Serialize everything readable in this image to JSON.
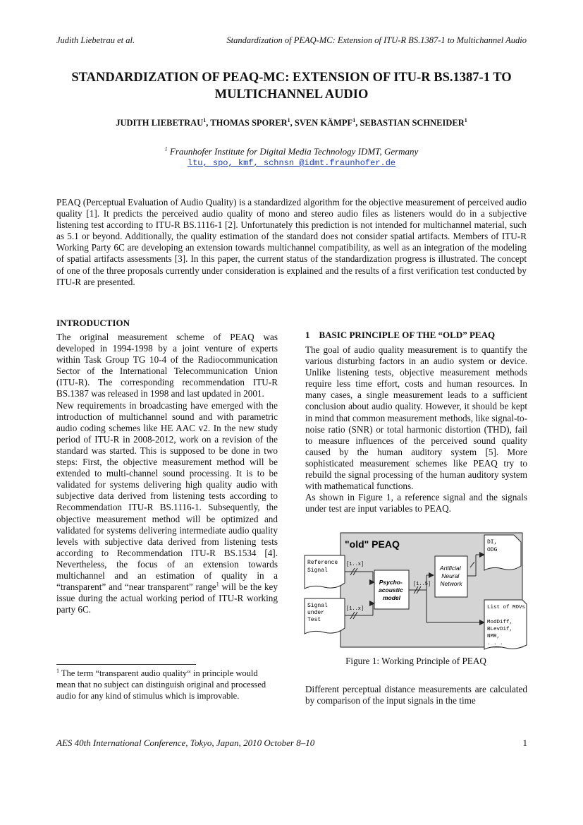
{
  "header": {
    "left": "Judith Liebetrau et al.",
    "right": "Standardization of PEAQ-MC: Extension of ITU-R BS.1387-1 to Multichannel Audio"
  },
  "title": {
    "line1": "STANDARDIZATION OF PEAQ-MC: EXTENSION OF ITU-R BS.1387-1 TO",
    "line2": "MULTICHANNEL AUDIO"
  },
  "authors": {
    "a1": "JUDITH  LIEBETRAU",
    "a2": ", THOMAS SPORER",
    "a3": ", SVEN KÄMPF",
    "a4": ", SEBASTIAN SCHNEIDER",
    "sup": "1"
  },
  "affiliation": {
    "sup": "1",
    "text": " Fraunhofer Institute for Digital Media Technology IDMT, Germany",
    "email": "ltu, spo, kmf, schnsn @idmt.fraunhofer.de"
  },
  "abstract": "PEAQ (Perceptual Evaluation of Audio Quality) is a standardized algorithm for the objective measurement of perceived audio quality [1]. It predicts the perceived audio quality of mono and stereo audio files as listeners would do in a subjective listening test according to ITU-R BS.1116-1 [2]. Unfortunately this prediction is not intended for multichannel material, such as 5.1 or beyond. Additionally, the quality estimation of the standard does not consider spatial artifacts. Members of ITU-R Working Party 6C are developing an extension towards multichannel compatibility, as well as an integration of the modeling of spatial artifacts assessments [3]. In this paper, the current status of the standardization progress is illustrated. The concept of one of the three proposals currently under consideration is explained and the results of a first verification test conducted by ITU-R are presented.",
  "intro": {
    "heading": "INTRODUCTION",
    "p1": "The original measurement scheme of PEAQ was developed in 1994-1998 by a joint venture of experts within Task Group TG 10-4 of the Radiocommunication Sector of the International Telecommunication Union (ITU-R). The corresponding recommendation ITU-R BS.1387 was released in 1998 and last updated in 2001.",
    "p2a": "New requirements in broadcasting have emerged with the introduction of multichannel sound and with parametric audio coding schemes like HE AAC v2. In the new study period of ITU-R in 2008-2012, work on a revision of the standard was started. This is supposed to be done in two steps: First, the objective measurement method will be extended to multi-channel sound processing. It is to be validated for systems delivering high quality audio with subjective data derived from listening tests according to Recommendation ITU-R BS.1116-1. Subsequently, the objective measurement method will be optimized and validated for systems delivering intermediate audio quality levels with subjective data derived from listening tests according to Recommendation ITU-R BS.1534 [4]. Nevertheless, the focus of an extension towards multichannel and an estimation of quality in a “transparent” and “near transparent” range",
    "p2sup": "1",
    "p2b": " will be the key issue during the actual working period of ITU-R working party 6C."
  },
  "footnote": {
    "sup": "1",
    "text": " The term “transparent audio quality“ in principle would mean that no subject can distinguish original and processed audio for any kind of stimulus which is improvable."
  },
  "section1": {
    "heading": "1    BASIC PRINCIPLE OF THE “OLD” PEAQ",
    "p1": "The goal of audio quality measurement is to quantify the various disturbing factors in an audio system or device. Unlike listening tests, objective measurement methods require less time effort, costs and human resources. In many cases, a single measurement leads to a sufficient conclusion about audio quality. However, it should be kept in mind that common measurement methods, like signal-to-noise ratio (SNR) or total harmonic distortion (THD), fail to measure influences of the perceived sound quality caused by the human auditory system [5]. More sophisticated measurement schemes like PEAQ try to rebuild the signal processing of the human auditory system with mathematical functions.",
    "p2": "As shown in Figure 1, a reference signal and the signals under test are input variables to PEAQ.",
    "p3": "Different perceptual distance measurements are calculated by comparison of the input signals in the time"
  },
  "figure": {
    "panel_title": "\"old\" PEAQ",
    "ref_signal": [
      "Reference",
      "Signal"
    ],
    "signal_under_test": [
      "Signal",
      "under",
      "Test"
    ],
    "bus_in_1": "[1..x]",
    "bus_in_2": "[1..x]",
    "bus_mid": "[1..5]",
    "psycho_model": [
      "Psycho-",
      "acoustic",
      "model"
    ],
    "ann": [
      "Artificial",
      "Neural",
      "Network"
    ],
    "odg_doc": [
      "DI,",
      "ODG"
    ],
    "movs_doc": [
      "List of MOVs",
      "",
      "ModDiff,",
      "BLevDif,",
      "NMR,",
      ". . ."
    ],
    "caption": "Figure 1: Working Principle of PEAQ",
    "colors": {
      "panel": "#d4d4d4",
      "stroke": "#222222"
    }
  },
  "footer": {
    "left": "AES 40th International Conference, Tokyo, Japan, 2010 October 8–10",
    "page": "1"
  }
}
